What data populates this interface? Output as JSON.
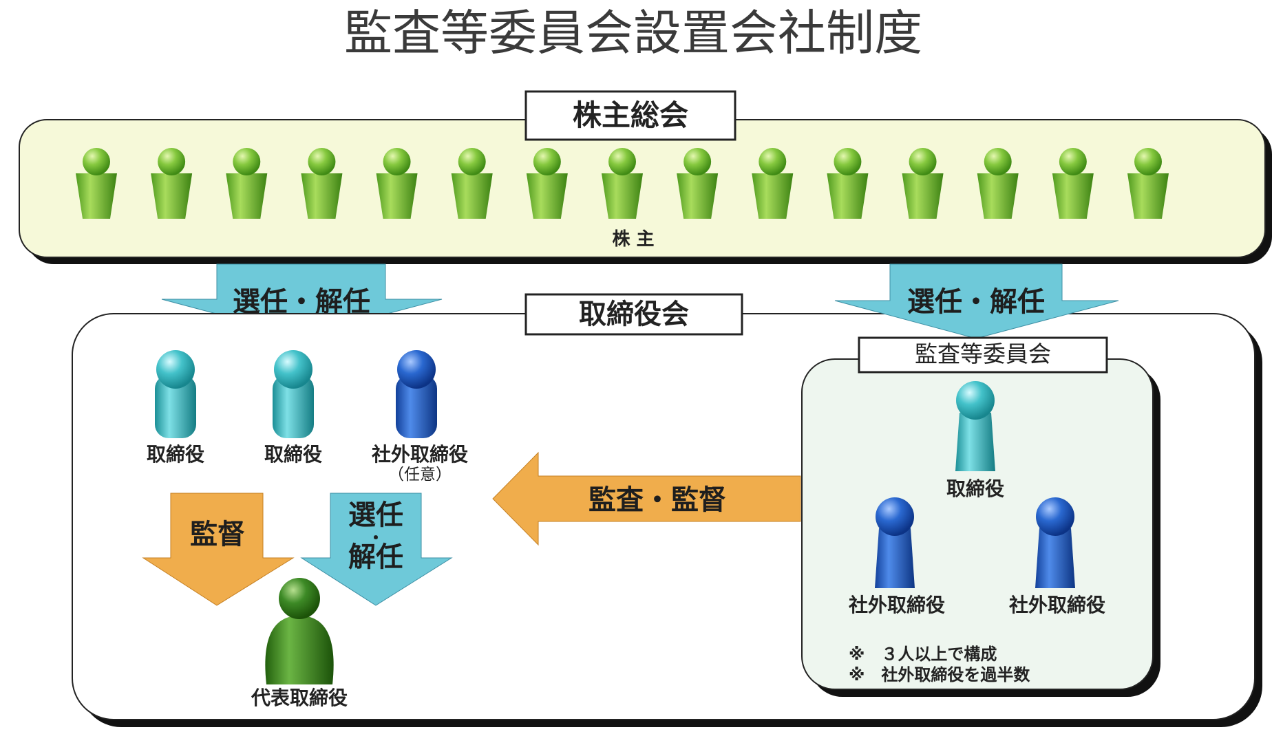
{
  "title": "監査等委員会設置会社制度",
  "shareholders_meeting": {
    "label": "株主総会",
    "member_label": "株 主",
    "member_count": 15,
    "member_color": "#7fc23a"
  },
  "board": {
    "label": "取締役会",
    "directors": [
      {
        "label": "取締役",
        "note": "",
        "color": "#35b9c0"
      },
      {
        "label": "取締役",
        "note": "",
        "color": "#35b9c0"
      },
      {
        "label": "社外取締役",
        "note": "（任意）",
        "color": "#1f5fc4"
      }
    ],
    "representative": {
      "label": "代表取締役",
      "color": "#2f7d1e"
    }
  },
  "committee": {
    "label": "監査等委員会",
    "director": {
      "label": "取締役",
      "color": "#35b9c0"
    },
    "outside_directors": [
      {
        "label": "社外取締役",
        "color": "#1f5fc4"
      },
      {
        "label": "社外取締役",
        "color": "#1f5fc4"
      }
    ],
    "notes": [
      "※　３人以上で構成",
      "※　社外取締役を過半数"
    ]
  },
  "arrows": {
    "elect_dismiss_left": "選任・解任",
    "elect_dismiss_right": "選任・解任",
    "audit_supervise": "監査・監督",
    "supervise": "監督",
    "elect_line1": "選任",
    "elect_dot": "・",
    "elect_line2": "解任"
  },
  "colors": {
    "shareholder_band": "#f6f9d9",
    "committee_bg": "#eef6ef",
    "blue_arrow": "#6ec9d9",
    "orange_arrow": "#f0ad4c",
    "frame_shadow": "#111111"
  }
}
